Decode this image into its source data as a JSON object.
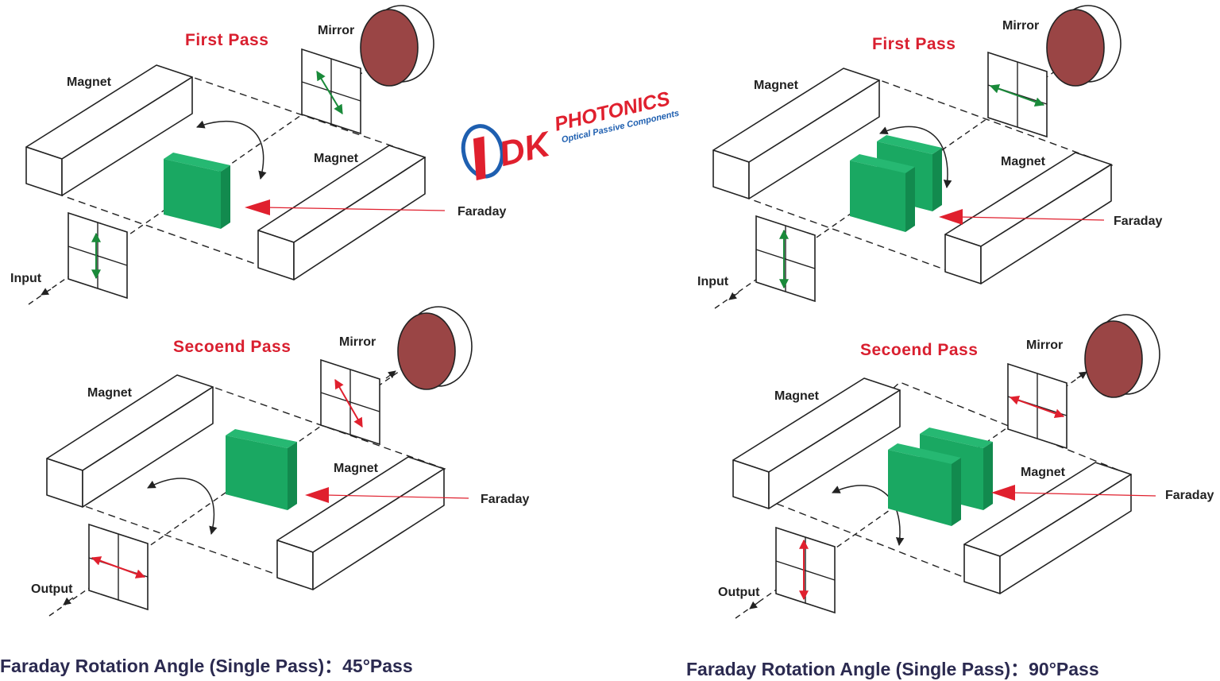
{
  "labels": {
    "magnet": "Magnet",
    "mirror": "Mirror",
    "faraday": "Faraday",
    "input": "Input",
    "output": "Output",
    "first_pass": "First Pass",
    "second_pass": "Secoend Pass"
  },
  "captions": {
    "left": "Faraday Rotation Angle (Single Pass)：45°Pass",
    "right": "Faraday Rotation Angle (Single Pass)：90°Pass"
  },
  "logo": {
    "brand_dk": "DK",
    "brand_photonics": "PHOTONICS",
    "tagline": "Optical Passive Components"
  },
  "colors": {
    "faraday_green": "#1aa862",
    "mirror_brown": "#9a4545",
    "pass_red": "#d91f2f",
    "green_arrow": "#1a8a3a",
    "red_arrow": "#e0202e",
    "caption_navy": "#2b2a50",
    "logo_blue": "#1e5fb0"
  },
  "panels": [
    {
      "id": "tl",
      "pass_label": "first_pass",
      "port_label": "input",
      "crystals": 1,
      "polarizer_color": "green",
      "input_polarization": "vertical",
      "mirror_polarization": "diagonal"
    },
    {
      "id": "tr",
      "pass_label": "first_pass",
      "port_label": "input",
      "crystals": 2,
      "polarizer_color": "green",
      "input_polarization": "vertical",
      "mirror_polarization": "horizontal"
    },
    {
      "id": "bl",
      "pass_label": "second_pass",
      "port_label": "output",
      "crystals": 1,
      "polarizer_color": "red",
      "input_polarization": "horizontal",
      "mirror_polarization": "diagonal"
    },
    {
      "id": "br",
      "pass_label": "second_pass",
      "port_label": "output",
      "crystals": 2,
      "polarizer_color": "red",
      "input_polarization": "vertical",
      "mirror_polarization": "horizontal"
    }
  ]
}
